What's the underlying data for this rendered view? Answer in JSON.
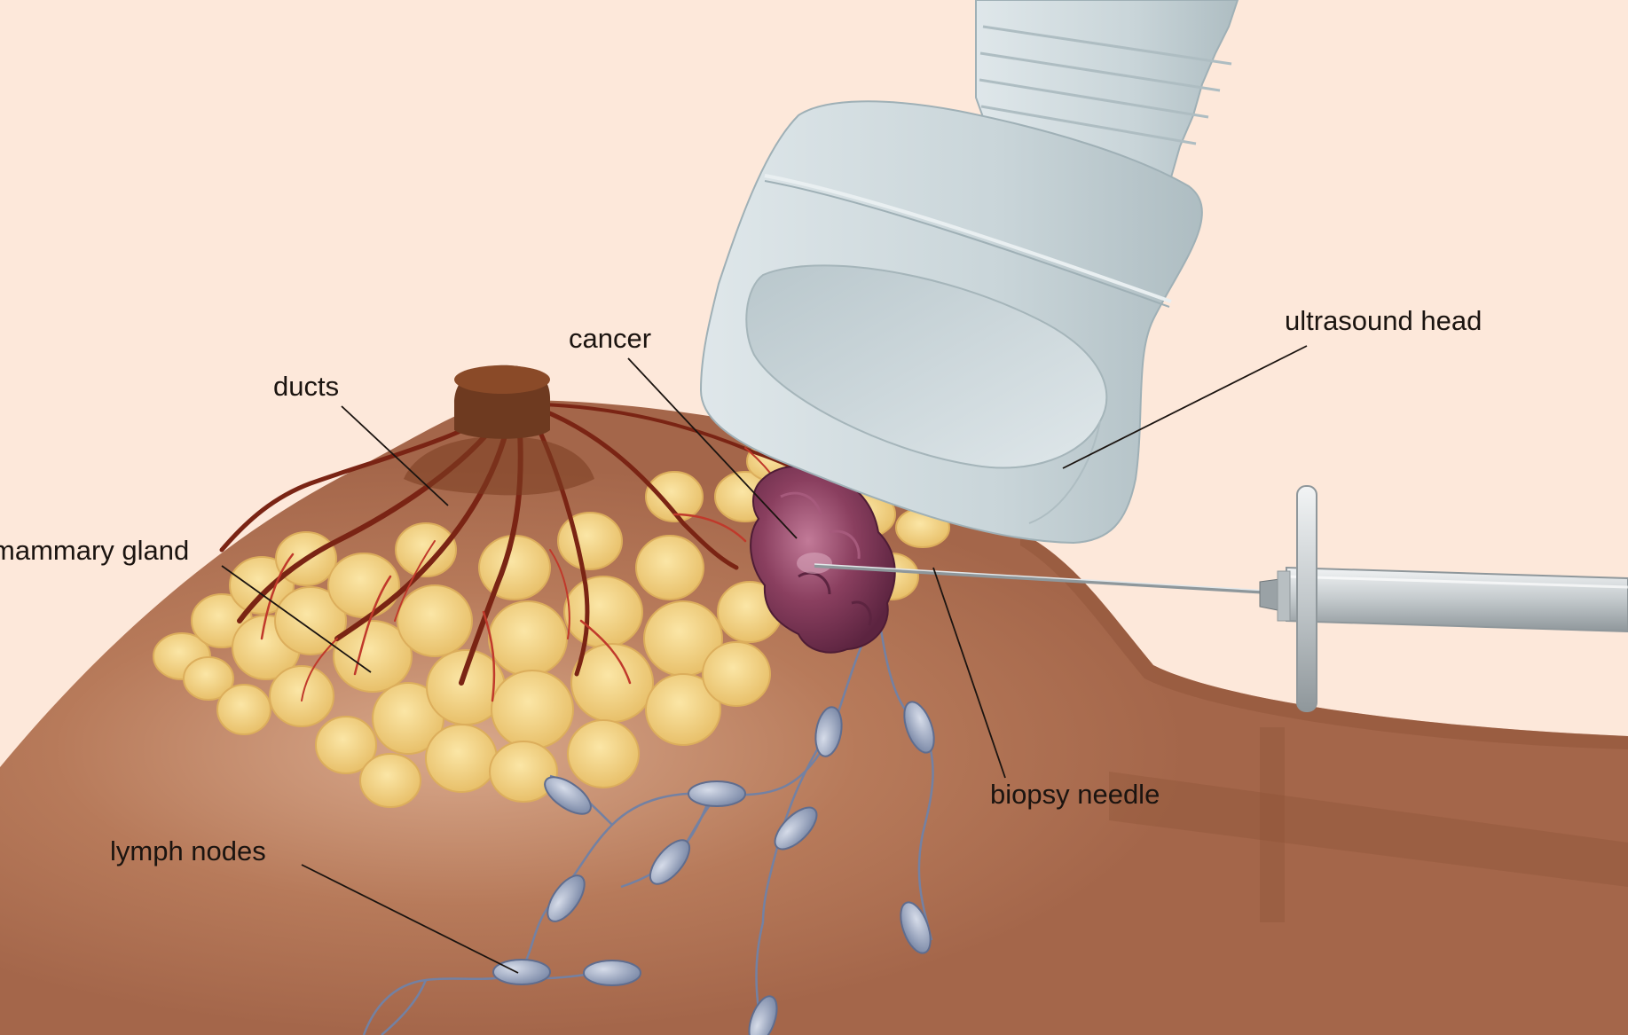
{
  "labels": {
    "cancer": "cancer",
    "ducts": "ducts",
    "mammary_gland": "mammary gland",
    "ultrasound_head": "ultrasound head",
    "biopsy_needle": "biopsy needle",
    "lymph_nodes": "lymph nodes"
  },
  "colors": {
    "background": "#fde8da",
    "skin": "#a8694a",
    "nipple": "#6e3a20",
    "fat_lobules": "#f2d07c",
    "ducts": "#7a2414",
    "tumor": "#7d3a56",
    "lymph_node": "#8e9cb6",
    "probe": "#cfdade",
    "leader_lines": "#1b1410"
  }
}
